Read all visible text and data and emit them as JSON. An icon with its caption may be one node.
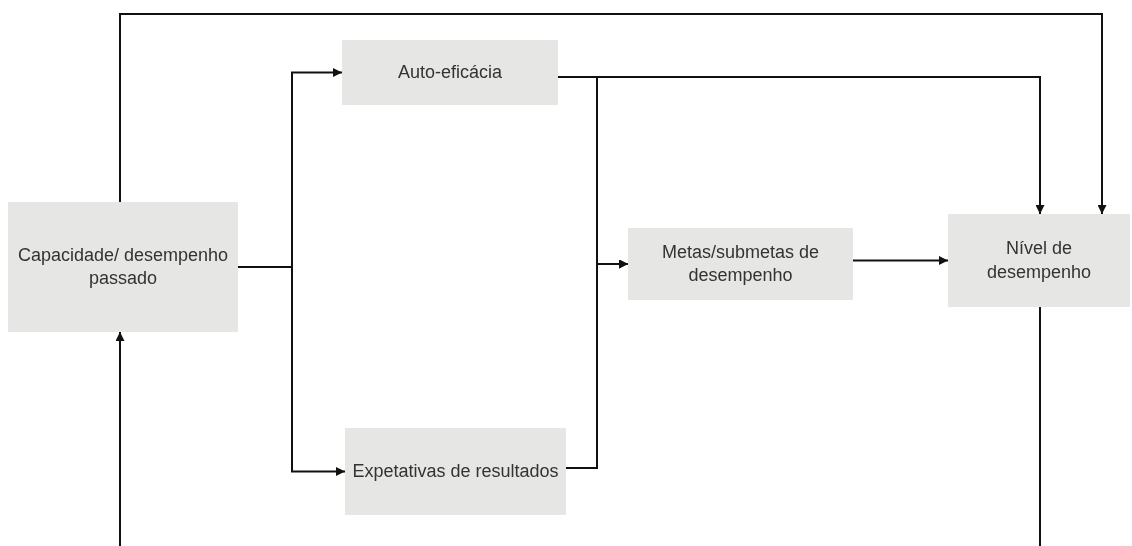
{
  "diagram": {
    "nodes": [
      {
        "text": [
          "Capacidade/ desempenho passado"
        ]
      },
      {
        "text": [
          "Auto-eficácia"
        ]
      },
      {
        "text": [
          "Expetativas de resultados"
        ]
      },
      {
        "text": [
          "Metas/submetas de desempenho"
        ]
      },
      {
        "text": [
          "Nível de desempenho"
        ]
      }
    ],
    "edges": [
      {
        "from": 0,
        "to": 4,
        "arrow": "to"
      },
      {
        "from": 0,
        "to": 1,
        "arrow": "to"
      },
      {
        "from": 0,
        "to": 2,
        "arrow": "to"
      },
      {
        "from": 1,
        "to": 4,
        "arrow": "to"
      },
      {
        "from": 1,
        "to": 3,
        "arrow": "to"
      },
      {
        "from": 2,
        "to": 3,
        "arrow": "to"
      },
      {
        "from": 3,
        "to": 4,
        "arrow": "to"
      },
      {
        "from": 4,
        "to": null,
        "arrow": "none"
      },
      {
        "from": null,
        "to": 0,
        "arrow": "to"
      }
    ]
  }
}
